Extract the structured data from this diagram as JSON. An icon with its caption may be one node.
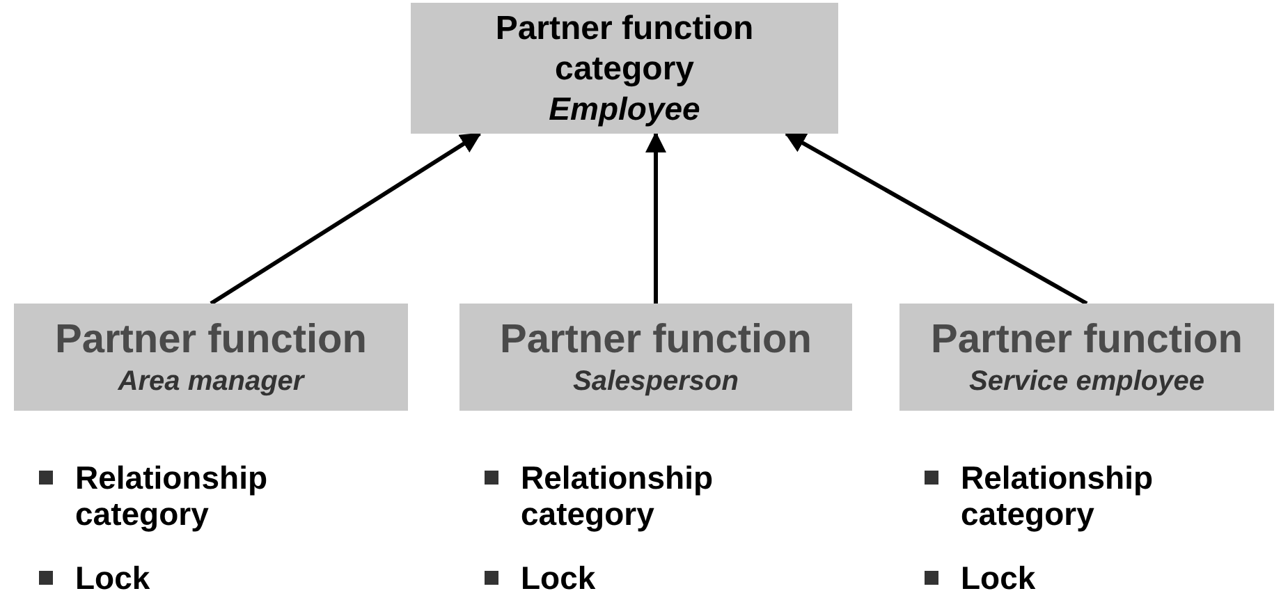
{
  "diagram": {
    "nodes": [
      {
        "text": [
          "Partner function category",
          "Employee"
        ]
      },
      {
        "text": [
          "Partner function",
          "Area manager"
        ],
        "beside": [
          "Relationship category",
          "Lock"
        ]
      },
      {
        "text": [
          "Partner function",
          "Salesperson"
        ],
        "beside": [
          "Relationship category",
          "Lock"
        ]
      },
      {
        "text": [
          "Partner function",
          "Service employee"
        ],
        "beside": [
          "Relationship category",
          "Lock"
        ]
      }
    ],
    "edges": [
      {
        "from": 1,
        "to": 0,
        "arrow": "to"
      },
      {
        "from": 2,
        "to": 0,
        "arrow": "to"
      },
      {
        "from": 3,
        "to": 0,
        "arrow": "to"
      }
    ]
  }
}
